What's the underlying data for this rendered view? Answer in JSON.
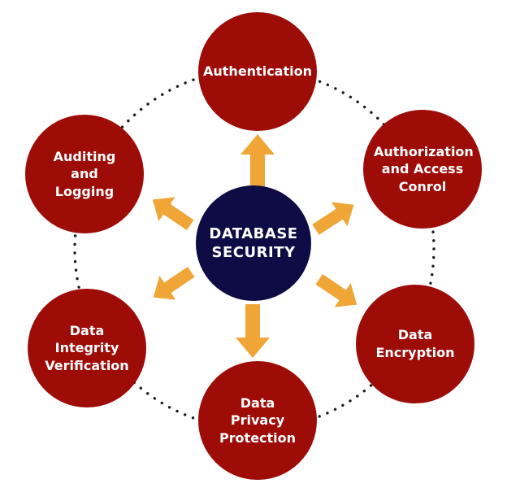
{
  "diagram": {
    "title": "Database Security diagram",
    "center": {
      "line1": "DATABASE",
      "line2": "SECURITY"
    },
    "nodes": [
      {
        "id": "authentication",
        "label": "Authentication"
      },
      {
        "id": "authorization-and-access-control",
        "label": "Authorization and Access Conrol"
      },
      {
        "id": "data-encryption",
        "label": "Data Encryption"
      },
      {
        "id": "data-privacy-protection",
        "label": "Data Privacy Protection"
      },
      {
        "id": "data-integrity-verification",
        "label": "Data Integrity Verification"
      },
      {
        "id": "auditing-and-logging",
        "label": "Auditing and Logging"
      }
    ],
    "colors": {
      "node_red": "#9e0c08",
      "center_navy": "#0d0c44",
      "arrow_gold": "#efa636",
      "dotted_ring": "#1c1c1c",
      "text": "#ffffff",
      "background": "#ffffff"
    }
  }
}
